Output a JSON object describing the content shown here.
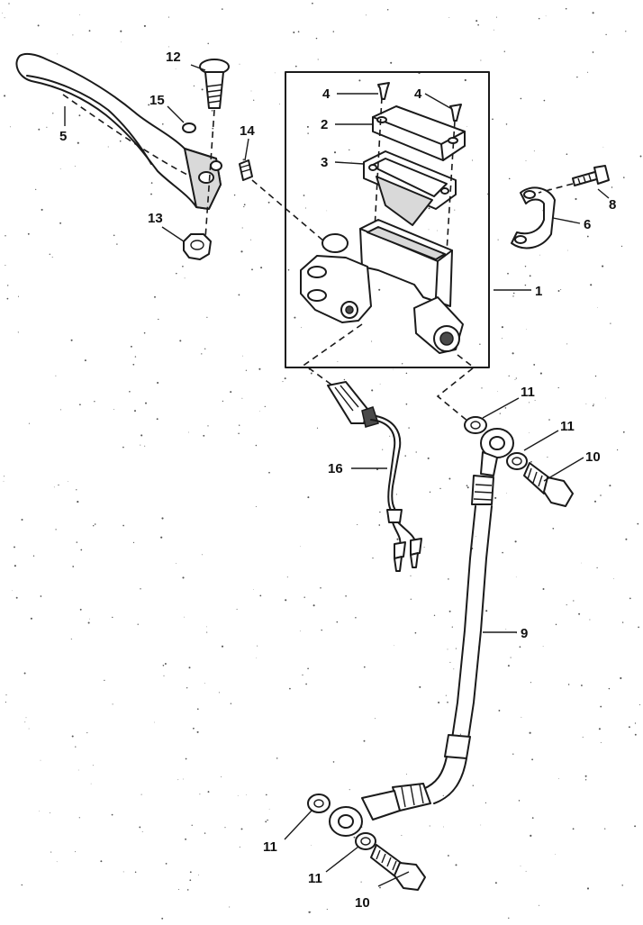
{
  "diagram": {
    "callouts": [
      {
        "label": "1"
      },
      {
        "label": "2"
      },
      {
        "label": "3"
      },
      {
        "label": "4"
      },
      {
        "label": "4"
      },
      {
        "label": "5"
      },
      {
        "label": "6"
      },
      {
        "label": "8"
      },
      {
        "label": "9"
      },
      {
        "label": "10"
      },
      {
        "label": "10"
      },
      {
        "label": "11"
      },
      {
        "label": "11"
      },
      {
        "label": "11"
      },
      {
        "label": "11"
      },
      {
        "label": "12"
      },
      {
        "label": "13"
      },
      {
        "label": "14"
      },
      {
        "label": "15"
      },
      {
        "label": "16"
      }
    ]
  }
}
